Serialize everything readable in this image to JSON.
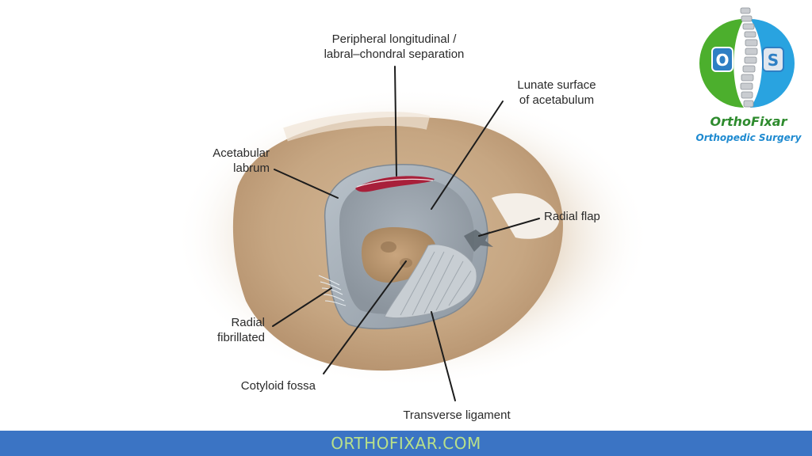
{
  "diagram": {
    "labels": {
      "peripheral": [
        "Peripheral longitudinal /",
        "labral–chondral separation"
      ],
      "lunate": [
        "Lunate surface",
        "of acetabulum"
      ],
      "labrum": [
        "Acetabular",
        "labrum"
      ],
      "radial_flap": [
        "Radial flap"
      ],
      "radial_fibrillated": [
        "Radial",
        "fibrillated"
      ],
      "cotyloid": [
        "Cotyloid fossa"
      ],
      "transverse": [
        "Transverse ligament"
      ]
    }
  },
  "logo": {
    "letters": [
      "O",
      "S"
    ],
    "name": "OrthoFixar",
    "subtitle": "Orthopedic Surgery",
    "colors": {
      "green": "#4caf2d",
      "blue": "#29a3e0",
      "name": "#2e8b2e",
      "subtitle": "#1e8ad0"
    }
  },
  "footer": {
    "text": "ORTHOFIXAR.COM",
    "background": "#3b74c4",
    "text_color": "#b8e08a"
  }
}
